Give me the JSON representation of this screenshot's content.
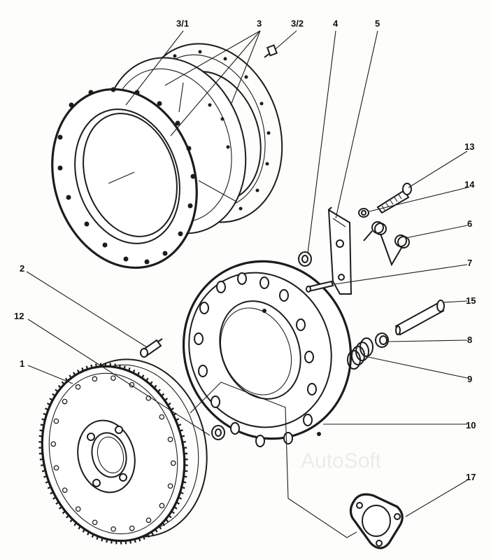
{
  "labels": {
    "l3_1": "3/1",
    "l3": "3",
    "l3_2": "3/2",
    "l4": "4",
    "l5": "5",
    "l13": "13",
    "l14": "14",
    "l6": "6",
    "l7": "7",
    "l15": "15",
    "l2": "2",
    "l12": "12",
    "l8": "8",
    "l1": "1",
    "l9": "9",
    "l10": "10",
    "l17": "17"
  },
  "watermark": "AutoSoft"
}
